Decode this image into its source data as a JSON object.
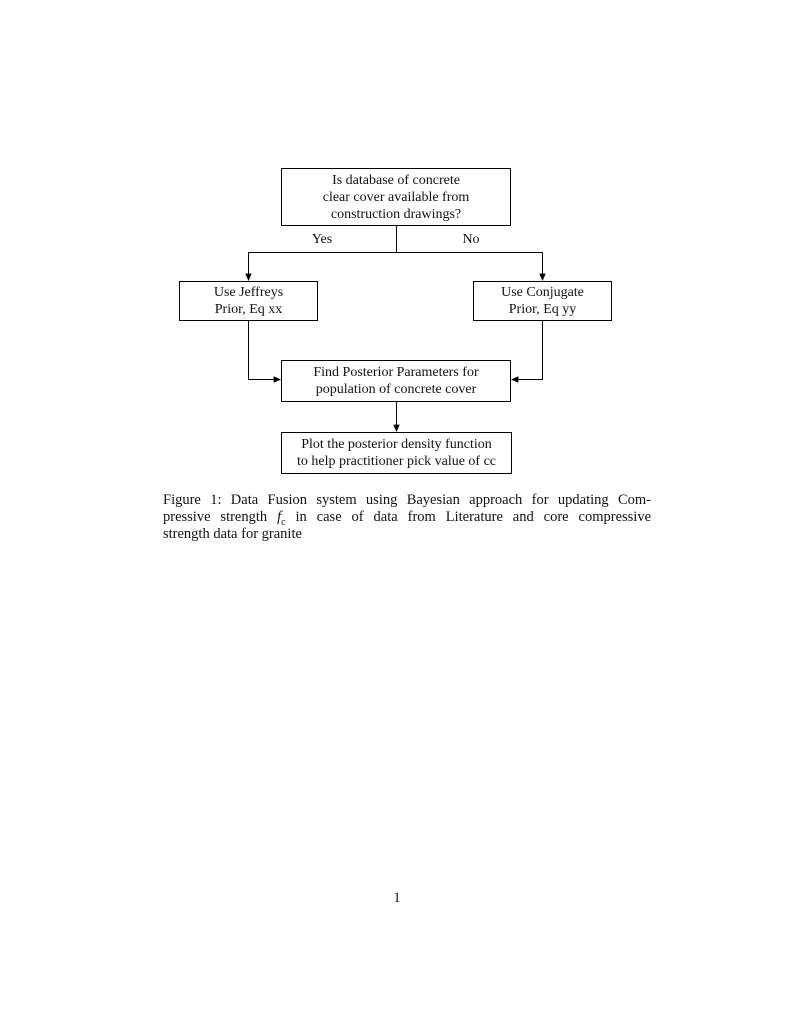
{
  "flowchart": {
    "nodes": {
      "decision": {
        "lines": [
          "Is database of concrete",
          "clear cover available from",
          "construction drawings?"
        ]
      },
      "jeffreys": {
        "lines": [
          "Use Jeffreys",
          "Prior, Eq xx"
        ]
      },
      "conjugate": {
        "lines": [
          "Use Conjugate",
          "Prior, Eq yy"
        ]
      },
      "posterior": {
        "lines": [
          "Find Posterior Parameters for",
          "population of concrete cover"
        ]
      },
      "plot": {
        "lines": [
          "Plot the posterior density function",
          "to help practitioner pick value of cc"
        ]
      }
    },
    "edge_labels": {
      "yes": "Yes",
      "no": "No"
    }
  },
  "caption": {
    "line1": "Figure 1: Data Fusion system using Bayesian approach for updating Com-",
    "line2_before": "pressive strength ",
    "line2_var": "f",
    "line2_var_sub": "c",
    "line2_after": " in case of data from Literature and core compressive",
    "line3": "strength data for granite"
  },
  "page": {
    "number": "1"
  },
  "colors": {
    "background": "#ffffff",
    "text": "#111111",
    "line": "#000000"
  }
}
